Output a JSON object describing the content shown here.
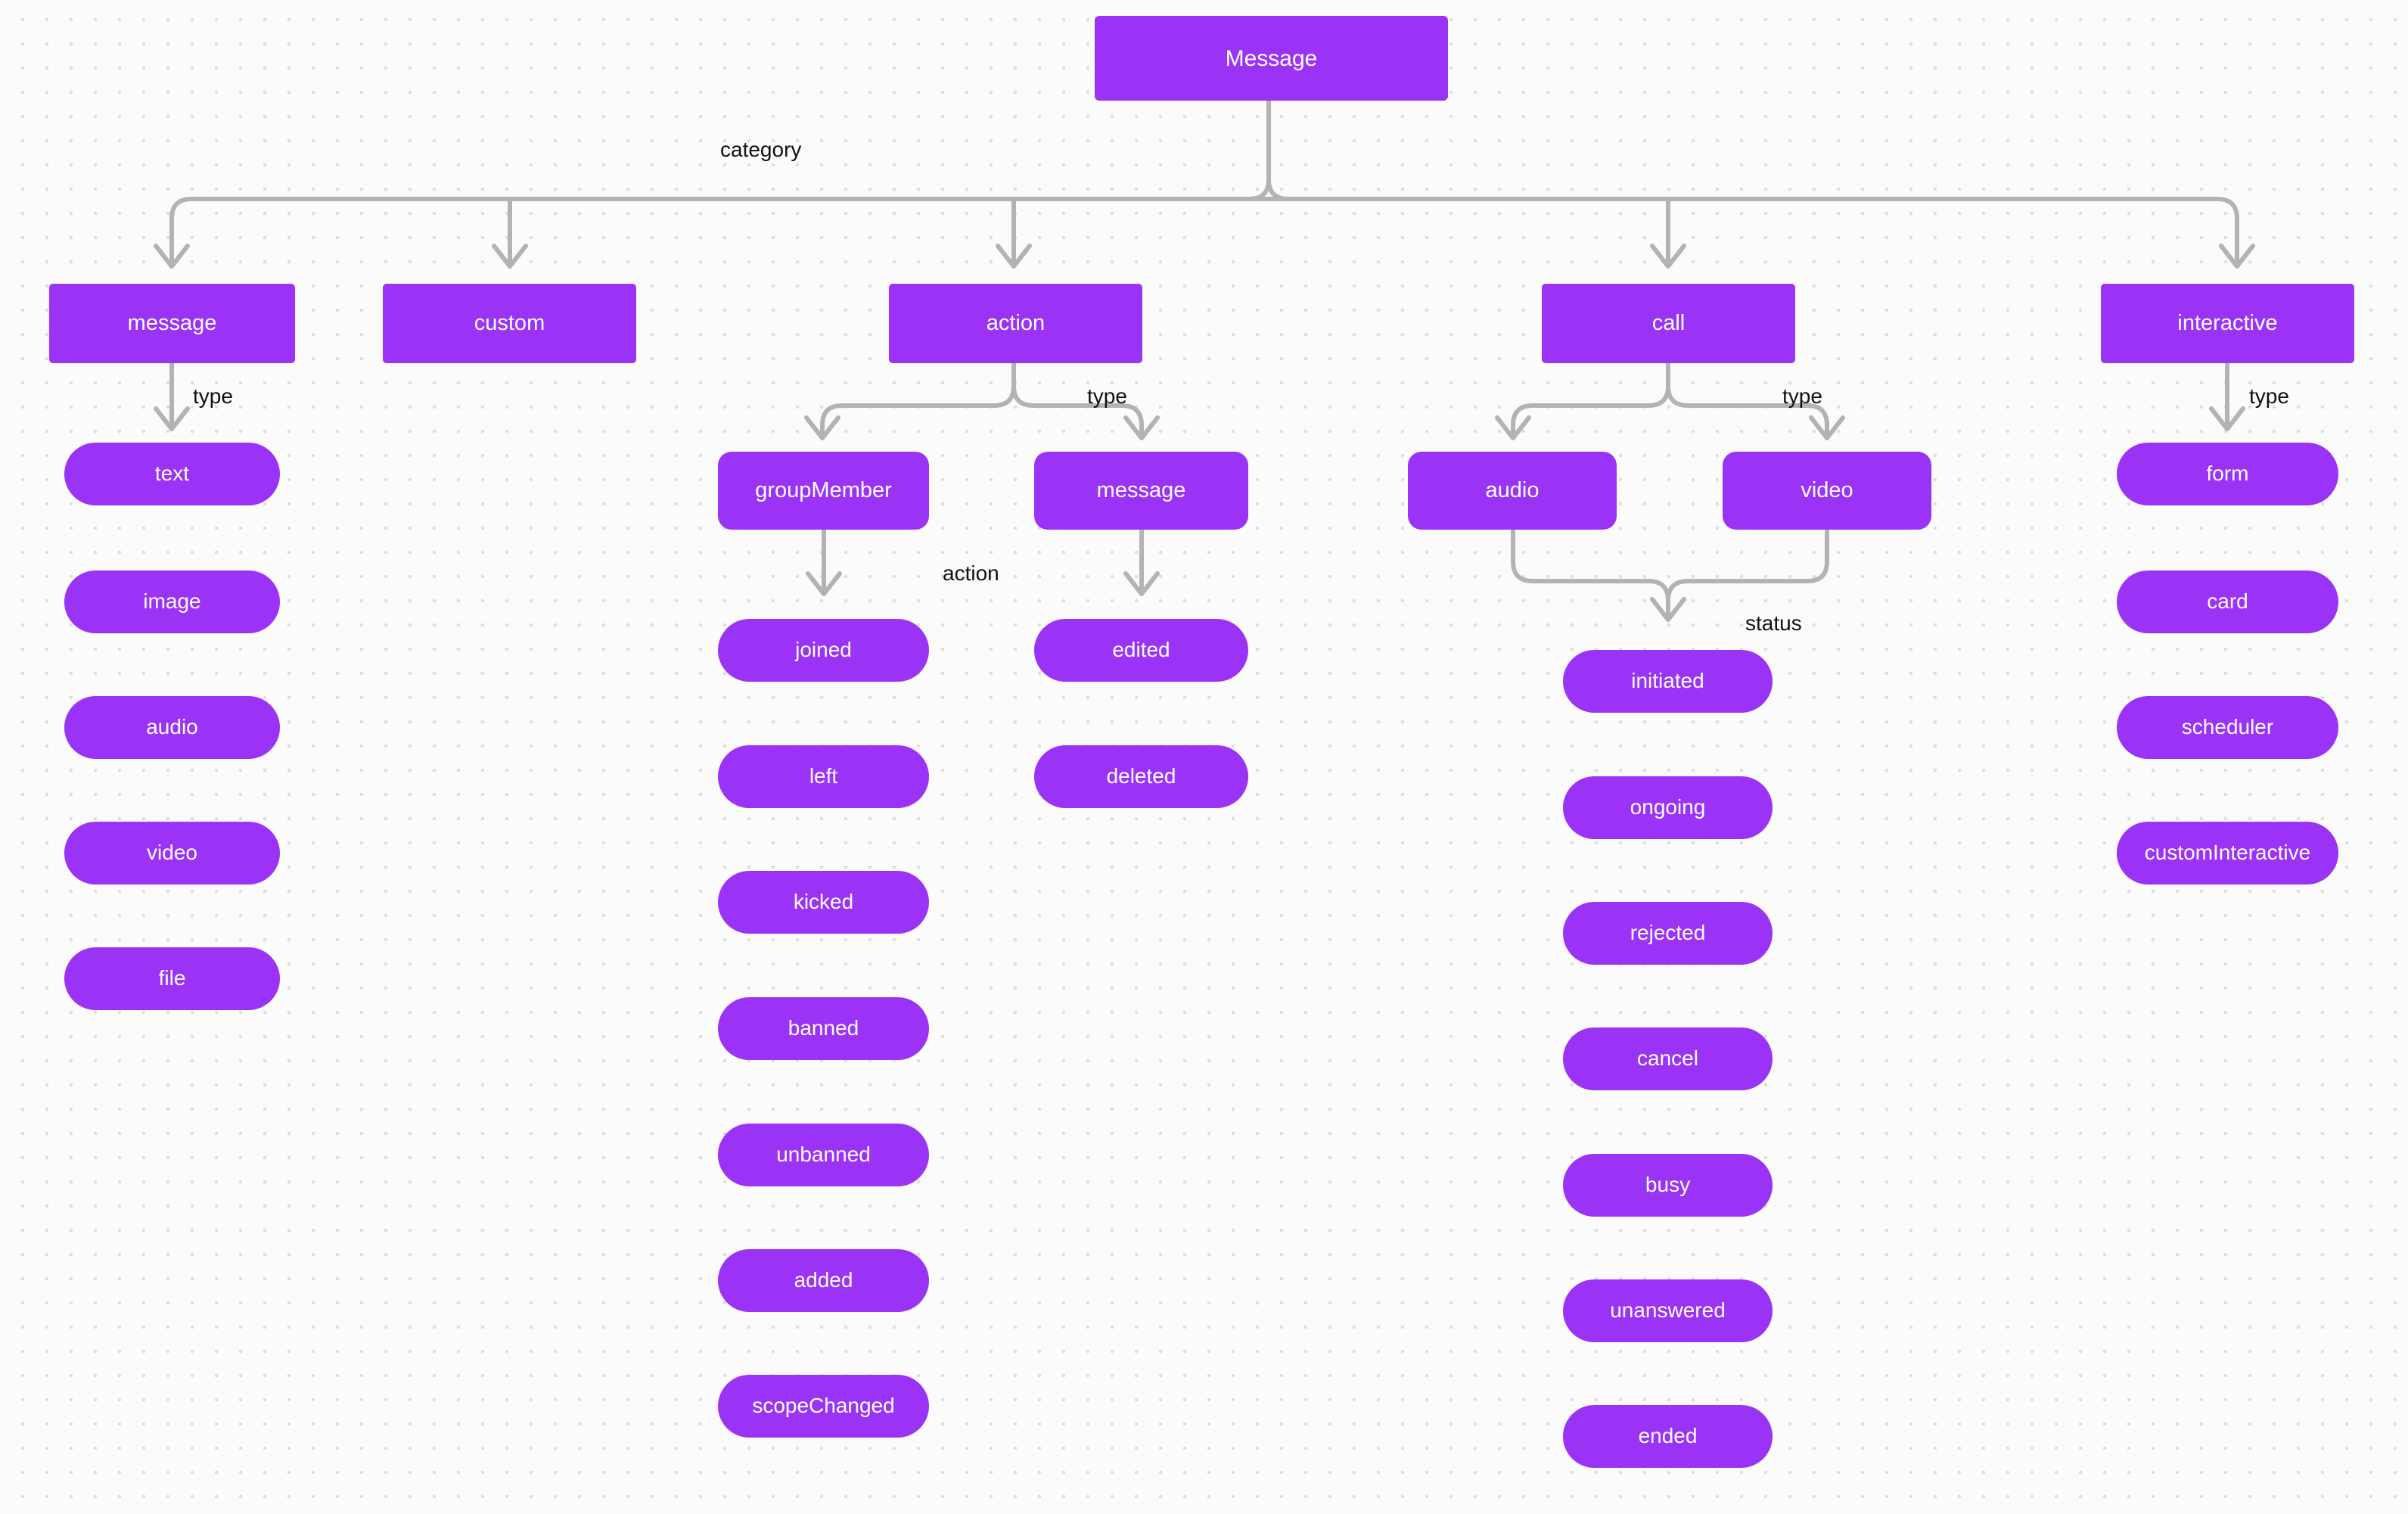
{
  "diagram": {
    "title": "Message",
    "colors": {
      "node_fill": "#9a33f5",
      "node_text": "#ffffff",
      "edge_stroke": "#b3b3b3",
      "label_text": "#111111",
      "canvas_bg": "#fbfbfb",
      "grid_dot": "#dedede"
    },
    "root": {
      "label": "Message"
    },
    "edge_labels": {
      "category": "category",
      "type_message": "type",
      "type_action": "type",
      "action": "action",
      "type_call": "type",
      "status": "status",
      "type_interactive": "type"
    },
    "categories": [
      {
        "label": "message"
      },
      {
        "label": "custom"
      },
      {
        "label": "action"
      },
      {
        "label": "call"
      },
      {
        "label": "interactive"
      }
    ],
    "message_types": [
      {
        "label": "text"
      },
      {
        "label": "image"
      },
      {
        "label": "audio"
      },
      {
        "label": "video"
      },
      {
        "label": "file"
      }
    ],
    "action_types": [
      {
        "label": "groupMember"
      },
      {
        "label": "message"
      }
    ],
    "group_member_actions": [
      {
        "label": "joined"
      },
      {
        "label": "left"
      },
      {
        "label": "kicked"
      },
      {
        "label": "banned"
      },
      {
        "label": "unbanned"
      },
      {
        "label": "added"
      },
      {
        "label": "scopeChanged"
      }
    ],
    "message_actions": [
      {
        "label": "edited"
      },
      {
        "label": "deleted"
      }
    ],
    "call_types": [
      {
        "label": "audio"
      },
      {
        "label": "video"
      }
    ],
    "call_statuses": [
      {
        "label": "initiated"
      },
      {
        "label": "ongoing"
      },
      {
        "label": "rejected"
      },
      {
        "label": "cancel"
      },
      {
        "label": "busy"
      },
      {
        "label": "unanswered"
      },
      {
        "label": "ended"
      }
    ],
    "interactive_types": [
      {
        "label": "form"
      },
      {
        "label": "card"
      },
      {
        "label": "scheduler"
      },
      {
        "label": "customInteractive"
      }
    ]
  }
}
